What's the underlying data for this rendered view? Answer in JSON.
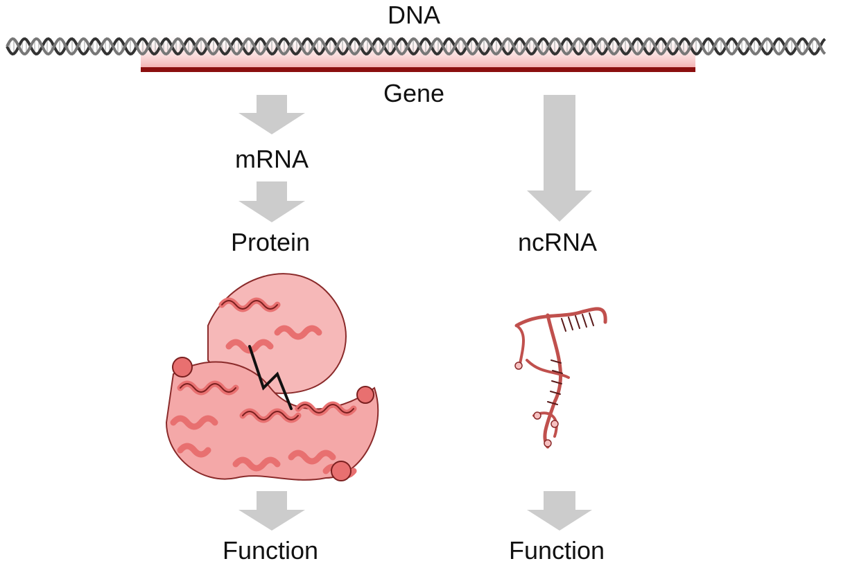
{
  "labels": {
    "dna": "DNA",
    "gene": "Gene",
    "mrna": "mRNA",
    "protein": "Protein",
    "ncrna": "ncRNA",
    "function_left": "Function",
    "function_right": "Function"
  },
  "colors": {
    "arrow": "#cccccc",
    "gene_bar": "#8b0f0f",
    "gene_highlight": "#f4b4b4",
    "protein": "#e87070",
    "helix": "#9a9a9a"
  }
}
